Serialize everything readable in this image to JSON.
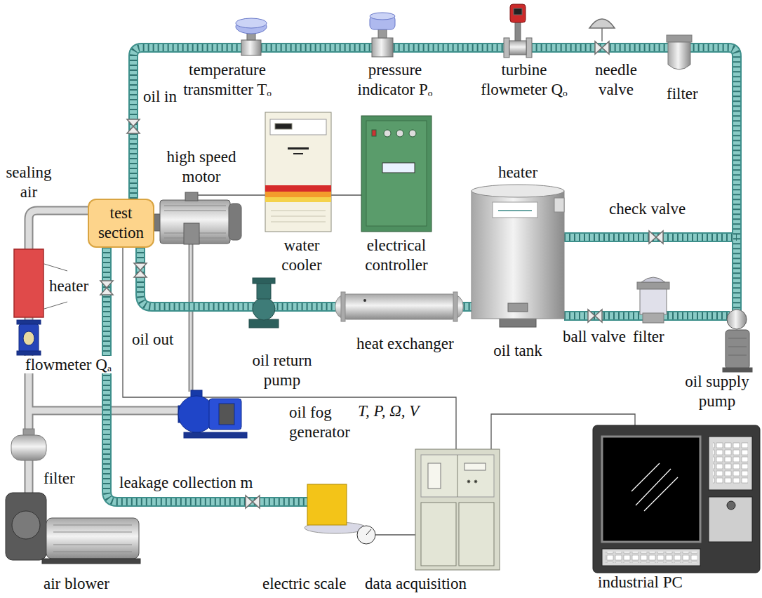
{
  "diagram": {
    "nodes": [
      {
        "text": [
          "test section"
        ]
      },
      {
        "text": [
          "heater",
          "oil tank"
        ]
      }
    ],
    "labels": [
      "oil in",
      "temperature transmitter Tₒ",
      "pressure indicator Pₒ",
      "turbine flowmeter Qₒ",
      "needle valve",
      "filter",
      "high speed motor",
      "sealing air",
      "check valve",
      "water cooler",
      "electrical controller",
      "heater",
      "oil out",
      "flowmeter Qₐ",
      "oil return pump",
      "heat exchanger",
      "ball valve",
      "filter",
      "oil supply pump",
      "oil fog generator",
      "T, P, Ω, V",
      "filter",
      "leakage collection m",
      "air blower",
      "electric scale",
      "data acquisition",
      "industrial PC"
    ]
  }
}
